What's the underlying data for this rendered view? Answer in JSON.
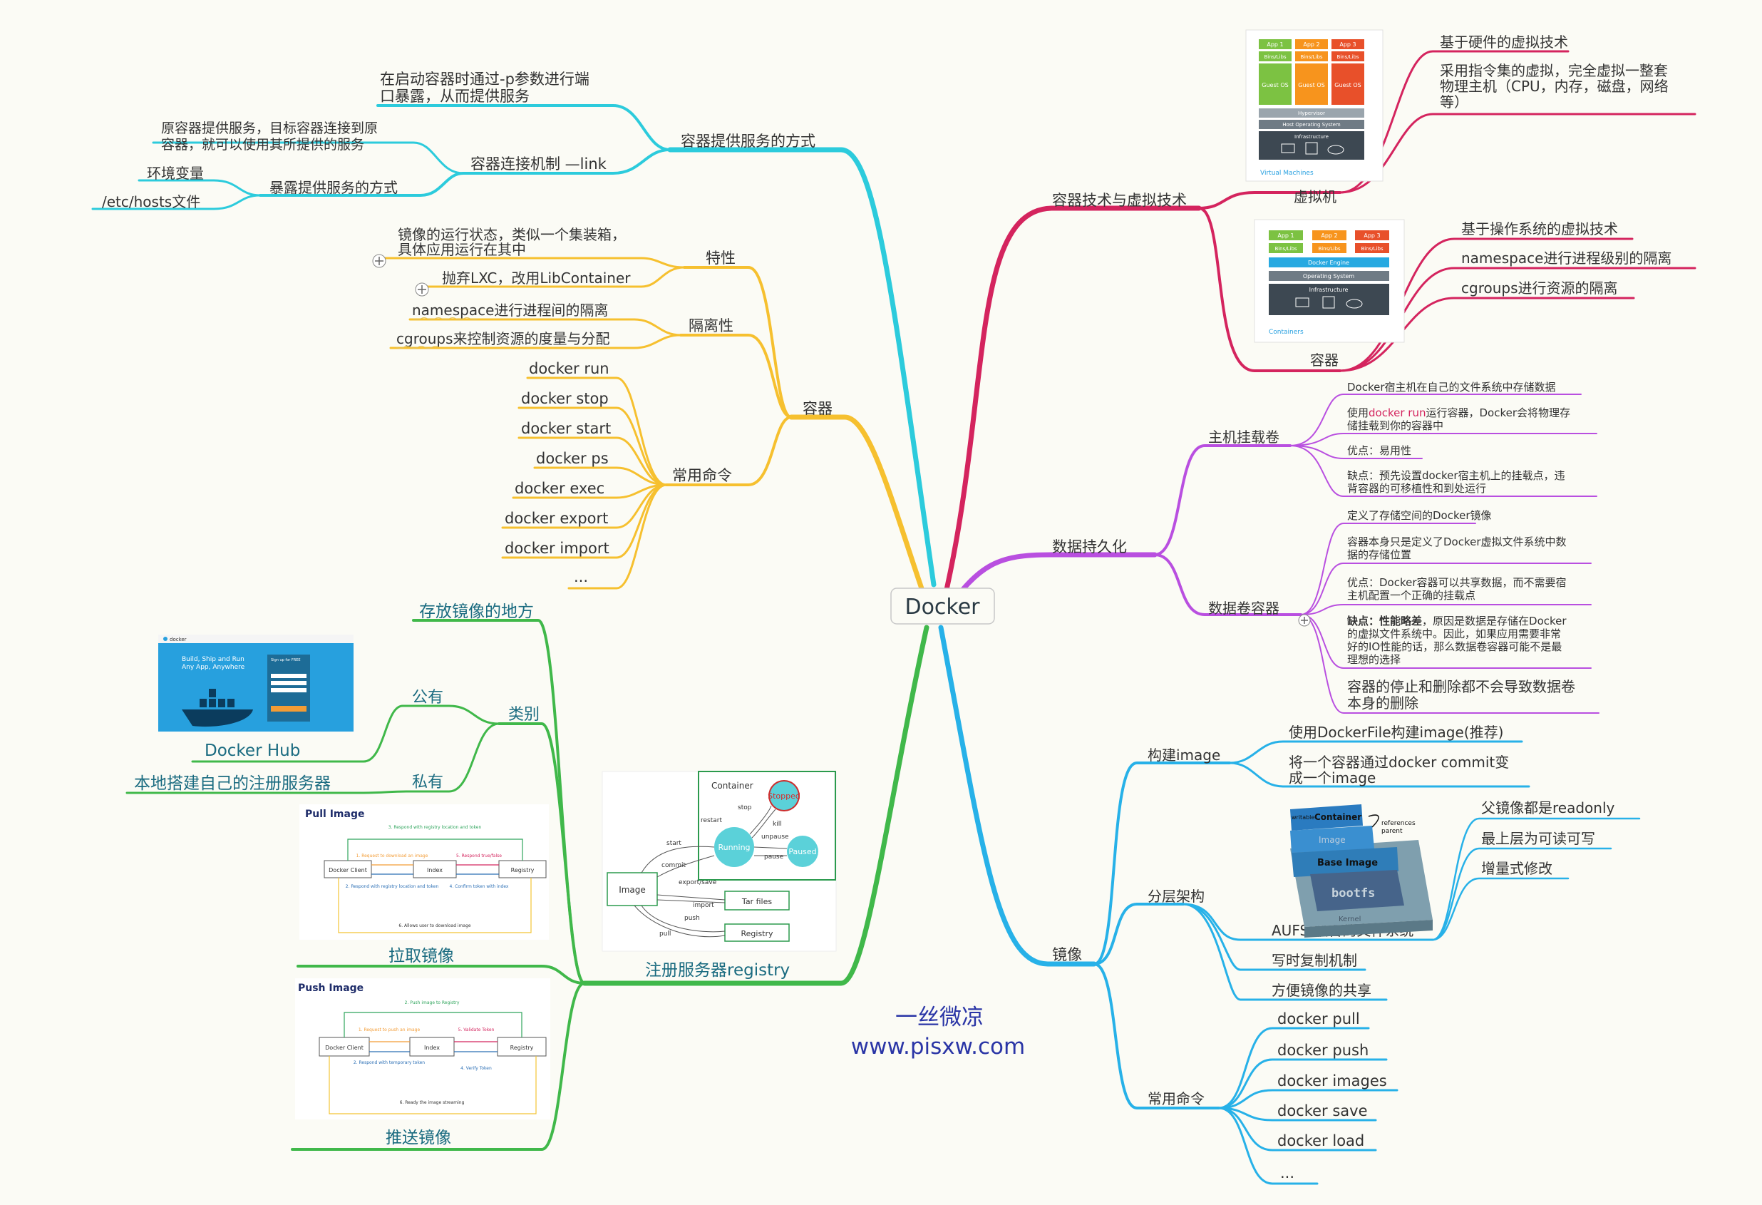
{
  "root": "Docker",
  "watermark": {
    "line1": "一丝微凉",
    "line2": "www.pisxw.com"
  },
  "virt": {
    "title": "容器技术与虚拟技术",
    "vm": {
      "label": "虚拟机",
      "caption": "Virtual Machines",
      "apps": [
        "App 1",
        "App 2",
        "App 3"
      ],
      "bins": [
        "Bins/Libs",
        "Bins/Libs",
        "Bins/Libs"
      ],
      "guest": [
        "Guest OS",
        "Guest OS",
        "Guest OS"
      ],
      "hypervisor": "Hypervisor",
      "host_os": "Host Operating System",
      "infra": "Infrastructure",
      "points": [
        "基于硬件的虚拟技术",
        "采用指令集的虚拟，完全虚拟一整套",
        "物理主机（CPU，内存，磁盘，网络",
        "等）"
      ]
    },
    "container": {
      "label": "容器",
      "caption": "Containers",
      "apps": [
        "App 1",
        "App 2",
        "App 3"
      ],
      "bins": [
        "Bins/Libs",
        "Bins/Libs",
        "Bins/Libs"
      ],
      "engine": "Docker Engine",
      "os": "Operating System",
      "infra": "Infrastructure",
      "points": [
        "基于操作系统的虚拟技术",
        "namespace进行进程级别的隔离",
        "cgroups进行资源的隔离"
      ]
    }
  },
  "persist": {
    "title": "数据持久化",
    "host": {
      "label": "主机挂载卷",
      "items": [
        "Docker宿主机在自己的文件系统中存储数据",
        "使用docker run运行容器，Docker会将物理存",
        "储挂载到你的容器中",
        "优点：易用性",
        "缺点：预先设置docker宿主机上的挂载点，违",
        "背容器的可移植性和到处运行"
      ]
    },
    "volume": {
      "label": "数据卷容器",
      "items": [
        "定义了存储空间的Docker镜像",
        "容器本身只是定义了Docker虚拟文件系统中数",
        "据的存储位置",
        "优点：Docker容器可以共享数据，而不需要宿",
        "主机配置一个正确的挂载点",
        "缺点：性能略差，原因是数据是存储在Docker",
        "的虚拟文件系统中。因此，如果应用需要非常",
        "好的IO性能的话，那么数据卷容器可能不是最",
        "理想的选择",
        "容器的停止和删除都不会导致数据卷",
        "本身的删除"
      ]
    }
  },
  "image": {
    "title": "镜像",
    "build": {
      "label": "构建image",
      "items": [
        "使用DockerFile构建image(推荐)",
        "将一个容器通过docker commit变",
        "成一个image"
      ]
    },
    "layer": {
      "label": "分层架构",
      "aufs": "AUFS-联合的文件系统",
      "aufs_items": [
        "父镜像都是readonly",
        "最上层为可读可写",
        "增量式修改"
      ],
      "items": [
        "写时复制机制",
        "方便镜像的共享"
      ],
      "pic": {
        "container": "Container",
        "image": "Image",
        "base": "Base Image",
        "bootfs": "bootfs",
        "kernel": "Kernel",
        "writable": "writable",
        "refs": "references",
        "parent": "parent"
      }
    },
    "cmds": {
      "label": "常用命令",
      "items": [
        "docker pull",
        "docker push",
        "docker images",
        "docker save",
        "docker load",
        "..."
      ]
    }
  },
  "service": {
    "title": "容器提供服务的方式",
    "items": [
      "在启动容器时通过-p参数进行端",
      "口暴露，从而提供服务"
    ],
    "link": {
      "label": "容器连接机制 —link",
      "items": [
        "原容器提供服务，目标容器连接到原",
        "容器，就可以使用其所提供的服务"
      ]
    },
    "expose": {
      "label": "暴露提供服务的方式",
      "items": [
        "环境变量",
        "/etc/hosts文件"
      ]
    }
  },
  "container": {
    "title": "容器",
    "feature": {
      "label": "特性",
      "items": [
        "镜像的运行状态，类似一个集装箱，",
        "具体应用运行在其中",
        "抛弃LXC，改用LibContainer"
      ]
    },
    "isolation": {
      "label": "隔离性",
      "items": [
        "namespace进行进程间的隔离",
        "cgroups来控制资源的度量与分配"
      ]
    },
    "cmds": {
      "label": "常用命令",
      "items": [
        "docker run",
        "docker stop",
        "docker start",
        "docker ps",
        "docker exec",
        "docker export",
        "docker import",
        "..."
      ]
    }
  },
  "registry": {
    "title": "注册服务器registry",
    "store": "存放镜像的地方",
    "kind": {
      "label": "类别",
      "public": "公有",
      "hub": "Docker Hub",
      "private": "私有",
      "private_item": "本地搭建自己的注册服务器"
    },
    "pull": "拉取镜像",
    "push": "推送镜像",
    "hub_pic": {
      "logo": "docker",
      "headline": "Build, Ship and Run",
      "headline2": "Any App, Anywhere",
      "signup": "Sign up for FREE"
    },
    "state_pic": {
      "container": "Container",
      "stopped": "Stopped",
      "running": "Running",
      "paused": "Paused",
      "image": "Image",
      "tar": "Tar files",
      "registry": "Registry",
      "labels": [
        "start",
        "restart",
        "stop",
        "kill",
        "unpause",
        "pause",
        "commit",
        "export/save",
        "import",
        "push",
        "pull"
      ]
    },
    "pull_pic": {
      "title": "Pull Image",
      "client": "Docker Client",
      "index": "Index",
      "registry": "Registry",
      "s1": "1. Request to download an image",
      "s2": "2. Respond with registry location and token",
      "s3": "3. Respond with registry location and token",
      "s4": "4. Confirm token with index",
      "s5": "5. Respond true/false",
      "s6": "6. Allows user to download image"
    },
    "push_pic": {
      "title": "Push Image",
      "client": "Docker Client",
      "index": "Index",
      "registry": "Registry",
      "s1": "1. Request to push an image",
      "s2": "2. Respond with temporary token",
      "s3": "2. Push image to Registry",
      "s4": "4. Verify Token",
      "s5": "5. Validate Token",
      "s6": "6. Ready the image streaming"
    }
  },
  "colors": {
    "virt": "#d4245e",
    "persist": "#b94fe0",
    "image": "#27b1e8",
    "service": "#2ccbdc",
    "container": "#f6c02f",
    "registry": "#40b84a"
  }
}
